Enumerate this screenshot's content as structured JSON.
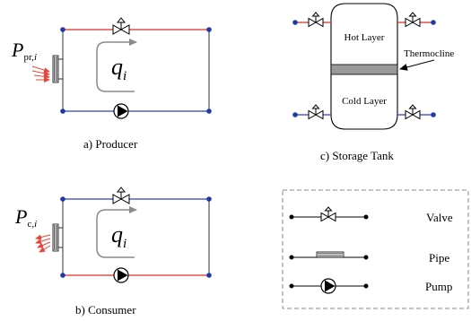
{
  "producer": {
    "caption": "a) Producer",
    "power_symbol": "P",
    "power_subscript_a": "pr,",
    "power_subscript_b": "i",
    "flow_symbol": "q",
    "flow_subscript": "i"
  },
  "consumer": {
    "caption": "b) Consumer",
    "power_symbol": "P",
    "power_subscript_a": "c,",
    "power_subscript_b": "i",
    "flow_symbol": "q",
    "flow_subscript": "i"
  },
  "tank": {
    "caption": "c) Storage Tank",
    "hot_label": "Hot Layer",
    "cold_label": "Cold Layer",
    "thermocline_label": "Thermocline"
  },
  "legend": {
    "valve_label": "Valve",
    "pipe_label": "Pipe",
    "pump_label": "Pump"
  },
  "colors": {
    "hot_line": "#d9302c",
    "cold_line": "#2b3fc0",
    "heat_arrows": "#e8453c",
    "node_fill": "#1f3aa6",
    "flow_arrow": "#8a8a8a",
    "thermocline_band": "#9a9a9a"
  }
}
